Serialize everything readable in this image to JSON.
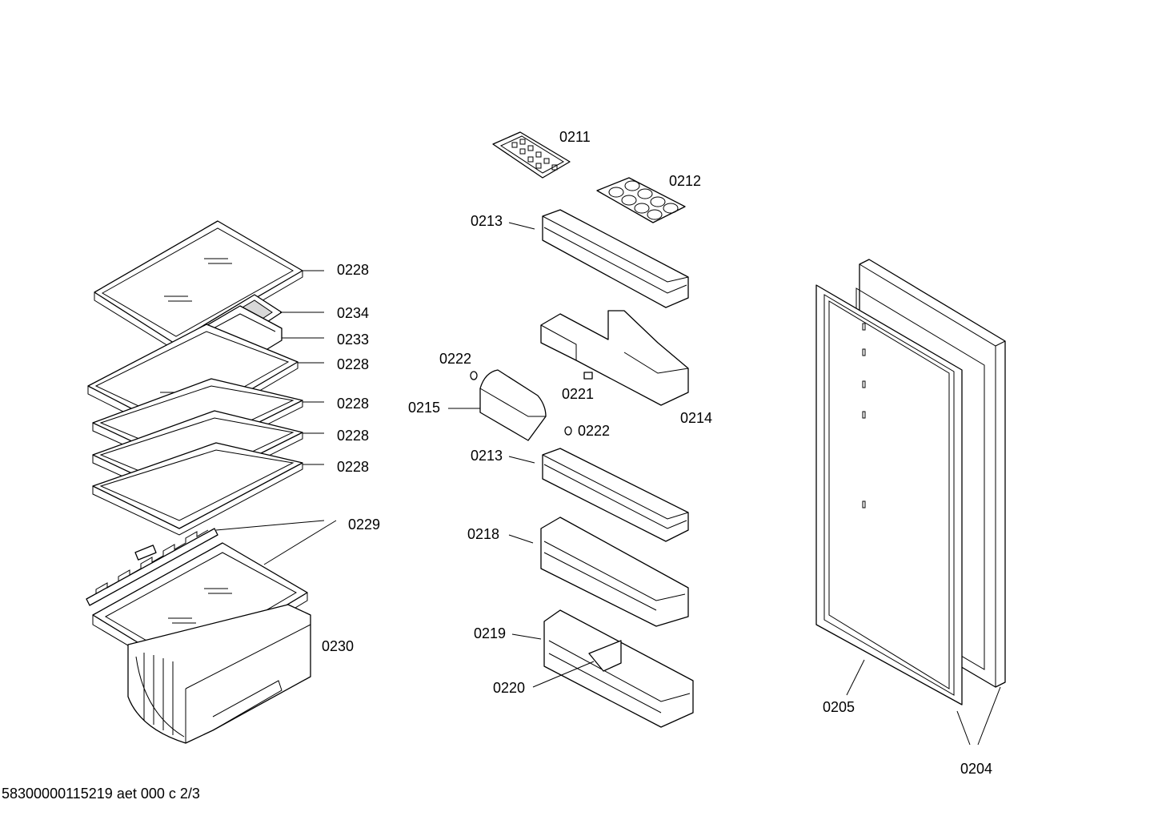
{
  "footer": "58300000115219 aet 000 c 2/3",
  "labels": {
    "l0211": "0211",
    "l0212": "0212",
    "l0213a": "0213",
    "l0213b": "0213",
    "l0214": "0214",
    "l0215": "0215",
    "l0218": "0218",
    "l0219": "0219",
    "l0220": "0220",
    "l0221": "0221",
    "l0222a": "0222",
    "l0222b": "0222",
    "l0228a": "0228",
    "l0228b": "0228",
    "l0228c": "0228",
    "l0228d": "0228",
    "l0228e": "0228",
    "l0229": "0229",
    "l0230": "0230",
    "l0233": "0233",
    "l0234": "0234",
    "l0204": "0204",
    "l0205": "0205"
  }
}
